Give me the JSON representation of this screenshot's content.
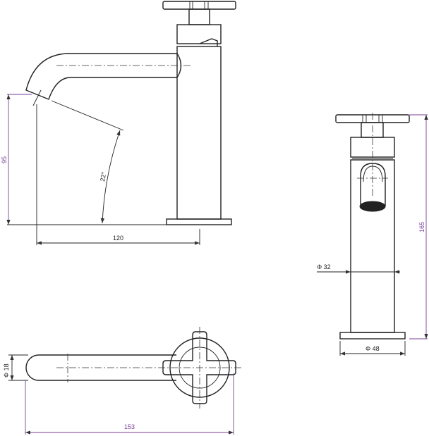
{
  "drawing": {
    "views": [
      "side-view",
      "front-view",
      "top-view"
    ],
    "dimensions": {
      "spout_height": "95",
      "spout_reach": "120",
      "spout_angle": "22°",
      "total_height": "165",
      "body_diameter": "Φ 32",
      "base_diameter": "Φ 48",
      "spout_diameter": "Φ 18",
      "total_length": "153"
    },
    "colors": {
      "line": "#222222",
      "dimension": "#7a3f98"
    }
  }
}
